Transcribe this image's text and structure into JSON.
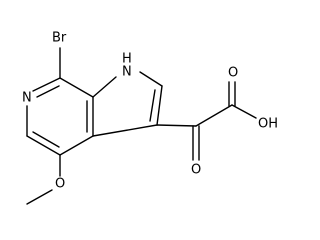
{
  "molecule": {
    "atoms": {
      "bromine": "Br",
      "pyrrole_nh": "H",
      "pyrrole_n": "N",
      "pyridine_n": "N",
      "methoxy_o": "O",
      "ketone_o": "O",
      "acid_o": "O",
      "hydroxyl": "OH"
    }
  }
}
